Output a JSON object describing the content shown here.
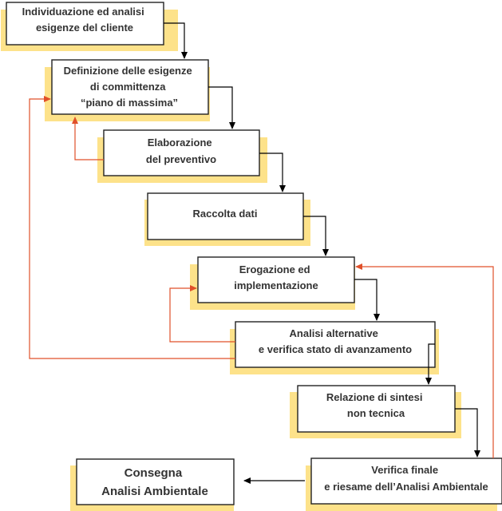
{
  "colors": {
    "shadow": "#fde28a",
    "box_border": "#222222",
    "box_fill": "#ffffff",
    "arrow_main": "#000000",
    "arrow_feedback": "#e0502a"
  },
  "nodes": [
    {
      "id": "individuazione",
      "lines": [
        "Individuazione ed analisi",
        "esigenze del cliente"
      ]
    },
    {
      "id": "definizione",
      "lines": [
        "Definizione delle esigenze",
        "di committenza",
        "“piano di massima”"
      ]
    },
    {
      "id": "elaborazione",
      "lines": [
        "Elaborazione",
        "del preventivo"
      ]
    },
    {
      "id": "raccolta",
      "lines": [
        "Raccolta dati"
      ]
    },
    {
      "id": "erogazione",
      "lines": [
        "Erogazione ed",
        "implementazione"
      ]
    },
    {
      "id": "analisi",
      "lines": [
        "Analisi alternative",
        "e verifica stato di avanzamento"
      ]
    },
    {
      "id": "relazione",
      "lines": [
        "Relazione di sintesi",
        "non tecnica"
      ]
    },
    {
      "id": "verifica",
      "lines": [
        "Verifica finale",
        "e riesame dell’Analisi Ambientale"
      ]
    },
    {
      "id": "consegna",
      "lines": [
        "Consegna",
        "Analisi Ambientale"
      ]
    }
  ]
}
